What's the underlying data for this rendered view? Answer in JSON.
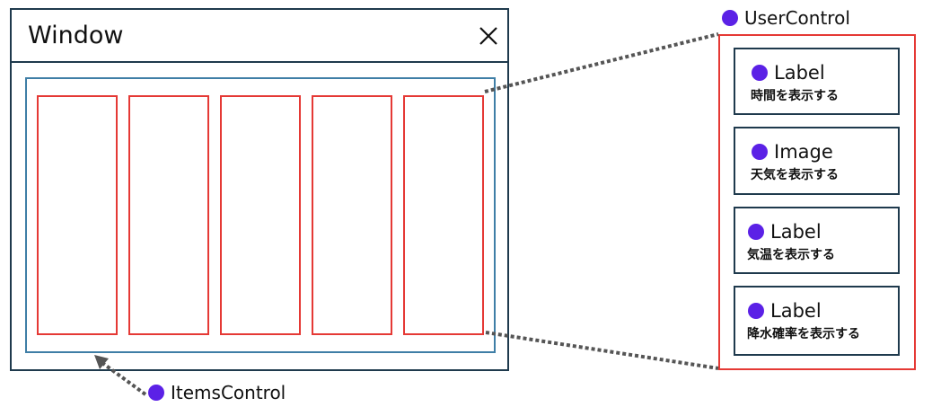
{
  "window": {
    "title": "Window",
    "close_icon": "close-icon"
  },
  "items_control": {
    "label": "ItemsControl",
    "item_count": 5
  },
  "user_control": {
    "label": "UserControl",
    "cards": [
      {
        "title": "Label",
        "description": "時間を表示する"
      },
      {
        "title": "Image",
        "description": "天気を表示する"
      },
      {
        "title": "Label",
        "description": "気温を表示する"
      },
      {
        "title": "Label",
        "description": "降水確率を表示する"
      }
    ]
  },
  "colors": {
    "dot": "#5b21e6",
    "item_border": "#e53935",
    "items_control_border": "#3f7ea6",
    "frame_border": "#1f3a4d",
    "connector": "#555555"
  },
  "icons": {
    "close": "close-icon",
    "bullet": "bullet-dot-icon",
    "arrow": "arrow-head-icon"
  }
}
